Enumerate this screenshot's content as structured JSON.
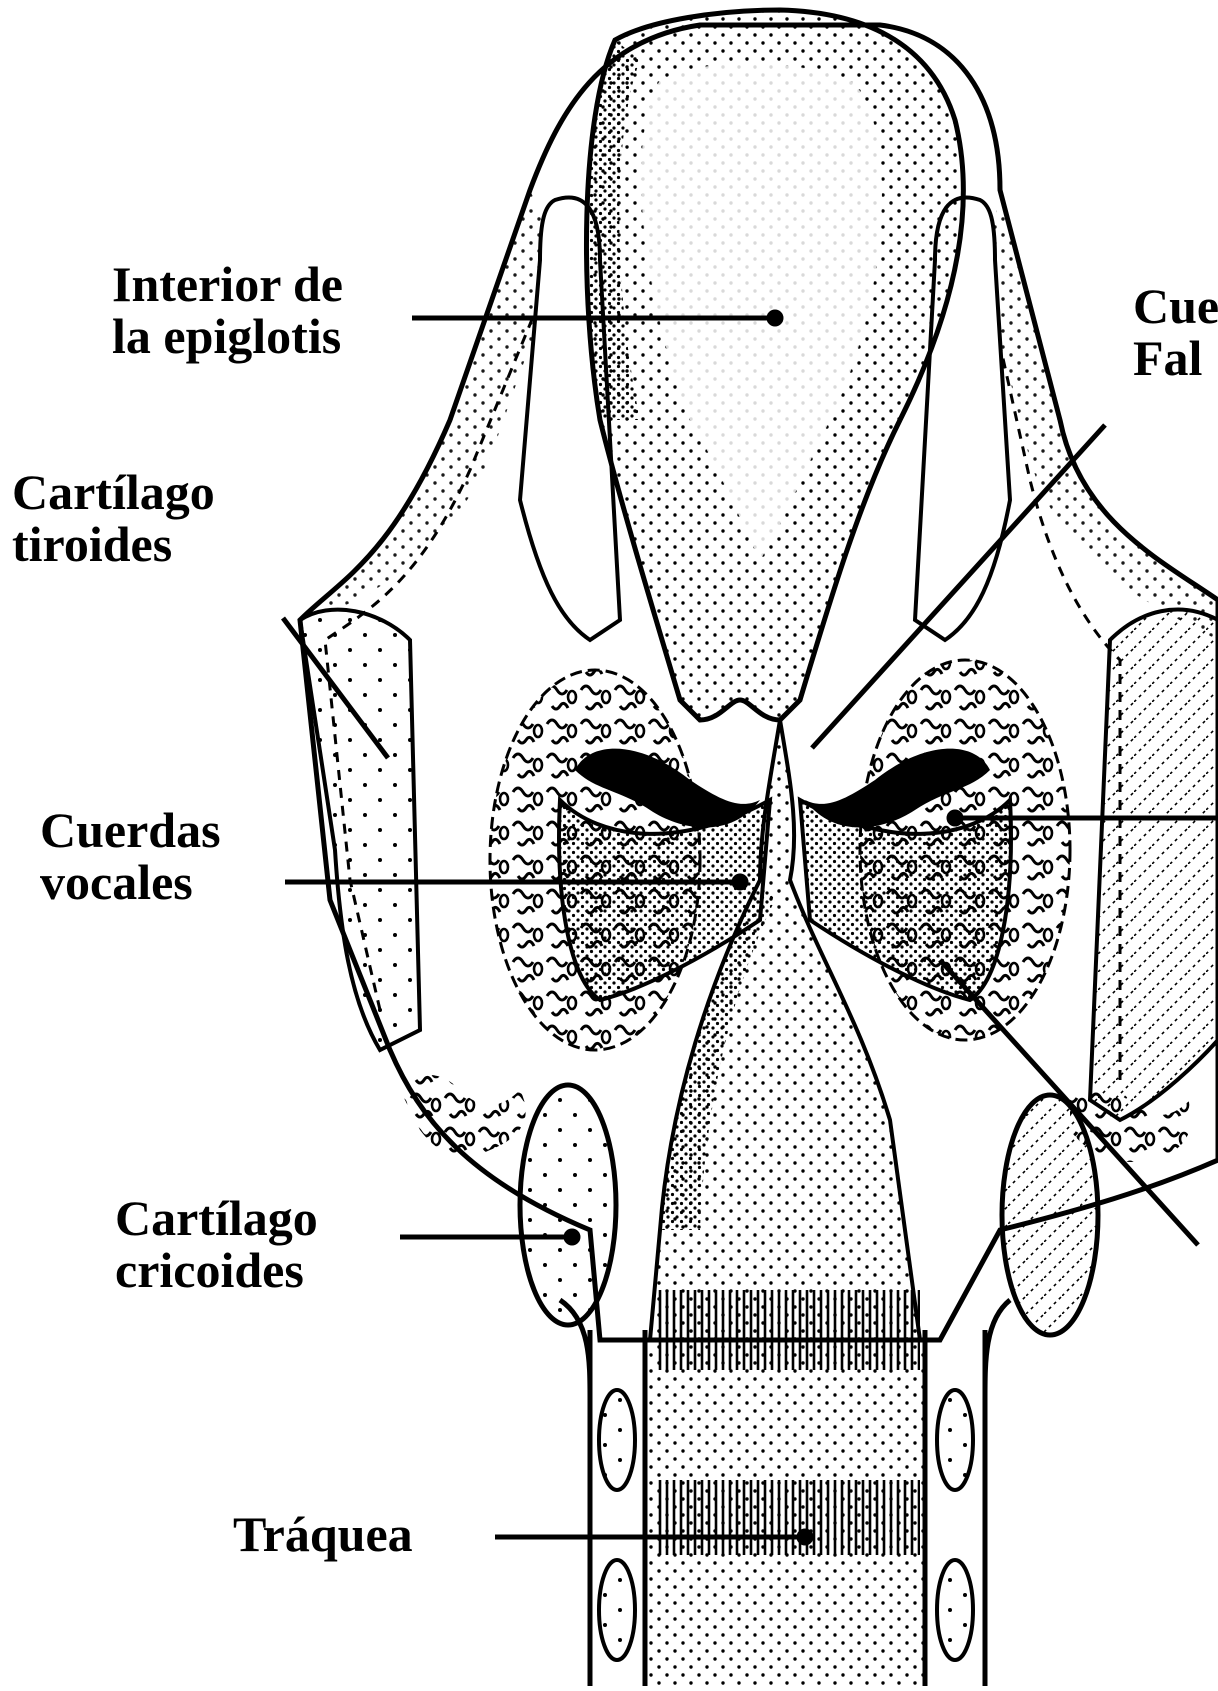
{
  "colors": {
    "ink": "#000000",
    "paper": "#ffffff"
  },
  "labels": {
    "epiglottis": {
      "line1": "Interior de",
      "line2": "la epiglotis"
    },
    "thyroid": {
      "line1": "Cartílago",
      "line2": "tiroides"
    },
    "vocal_cords": {
      "line1": "Cuerdas",
      "line2": "vocales"
    },
    "cricoid": {
      "line1": "Cartílago",
      "line2": "cricoides"
    },
    "trachea": {
      "line1": "Tráquea"
    },
    "false_cords_cropped": {
      "line1": "Cue",
      "line2": "Fal"
    }
  }
}
